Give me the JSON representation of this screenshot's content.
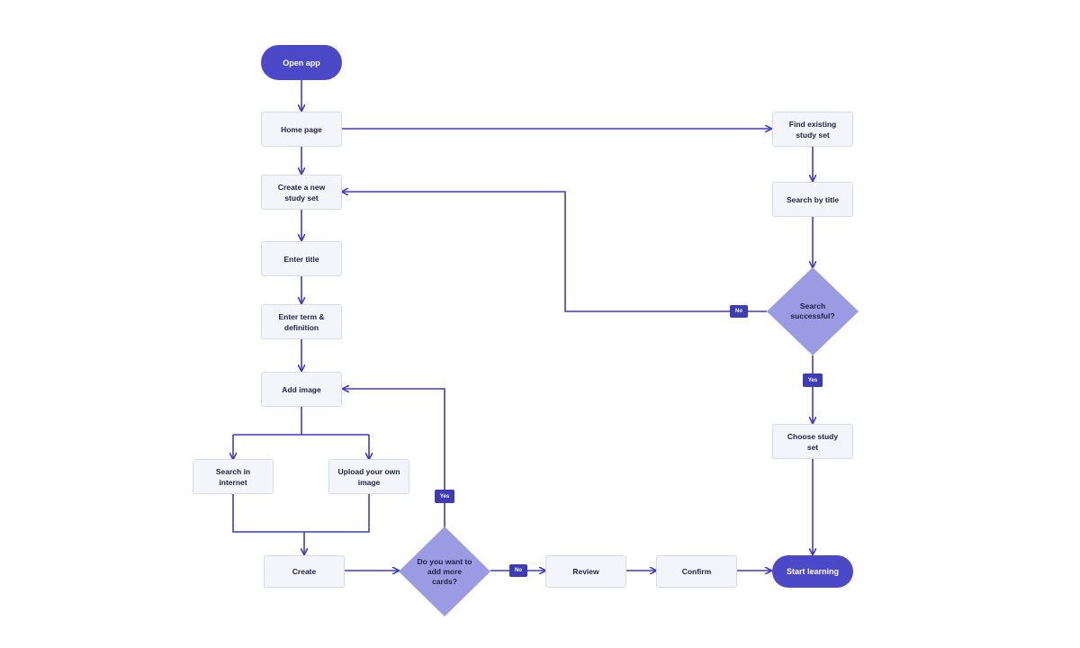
{
  "nodes": {
    "open_app": "Open app",
    "home_page": "Home page",
    "create_new_study_set": "Create a new study set",
    "enter_title": "Enter title",
    "enter_term_definition": "Enter term & definition",
    "add_image": "Add image",
    "search_internet": "Search in internet",
    "upload_image": "Upload your own image",
    "create": "Create",
    "add_more_cards": "Do you want to add more cards?",
    "review": "Review",
    "confirm": "Confirm",
    "start_learning": "Start learning",
    "find_existing": "Find existing study set",
    "search_by_title": "Search by title",
    "search_successful": "Search successful?",
    "choose_study_set": "Choose study set"
  },
  "labels": {
    "no_search": "No",
    "yes_search": "Yes",
    "yes_more_cards": "Yes",
    "no_more_cards": "No"
  },
  "colors": {
    "line": "#3f3cc0",
    "terminal": "#4b49c8",
    "decision": "#9b9be3",
    "node_fill": "#f3f5fb",
    "node_border": "#d6daf1",
    "badge": "#3e3bb7"
  }
}
